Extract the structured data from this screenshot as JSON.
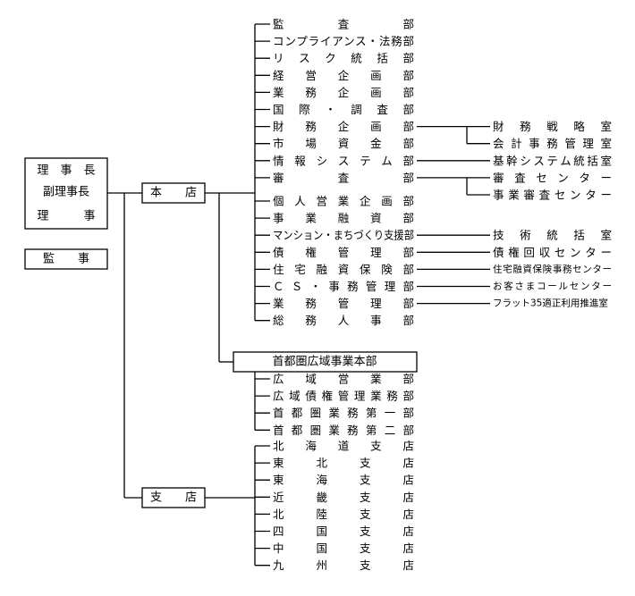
{
  "executives": {
    "lines": [
      "理　事　長",
      "副理事長",
      "理　　　事"
    ]
  },
  "auditor": "監　　事",
  "head_office": {
    "label": "本　　店",
    "departments": [
      "監　査　部",
      "コンプライアンス・法務部",
      "リスク統括部",
      "経営企画部",
      "業務企画部",
      "国際・調査部",
      "財務企画部",
      "市場資金部",
      "情報システム部",
      "審　査　部",
      "個人営業企画部",
      "事業融資部",
      "マンション・まちづくり支援部",
      "債権管理部",
      "住宅融資保険部",
      "ＣＳ・事務管理部",
      "業務管理部",
      "総務人事部"
    ],
    "sub_units": {
      "財務企画部": [
        "財務戦略室",
        "会計事務管理室"
      ],
      "情報システム部": [
        "基幹システム統括室"
      ],
      "審　査　部": [
        "審査センター",
        "事業審査センター"
      ],
      "マンション・まちづくり支援部": [
        "技術統括室"
      ],
      "債権管理部": [
        "債権回収センター"
      ],
      "住宅融資保険部": [
        "住宅融資保険事務センター"
      ],
      "ＣＳ・事務管理部": [
        "お客さまコールセンター"
      ],
      "業務管理部": [
        "フラット35適正利用推進室"
      ]
    }
  },
  "metro_division": {
    "label": "首都圏広域事業本部",
    "departments": [
      "広域営業部",
      "広域債権管理業務部",
      "首都圏業務第一部",
      "首都圏業務第二部"
    ]
  },
  "branches": {
    "label": "支　　店",
    "list": [
      "北海道支店",
      "東北支店",
      "東海支店",
      "近畿支店",
      "北陸支店",
      "四国支店",
      "中国支店",
      "九州支店"
    ]
  }
}
